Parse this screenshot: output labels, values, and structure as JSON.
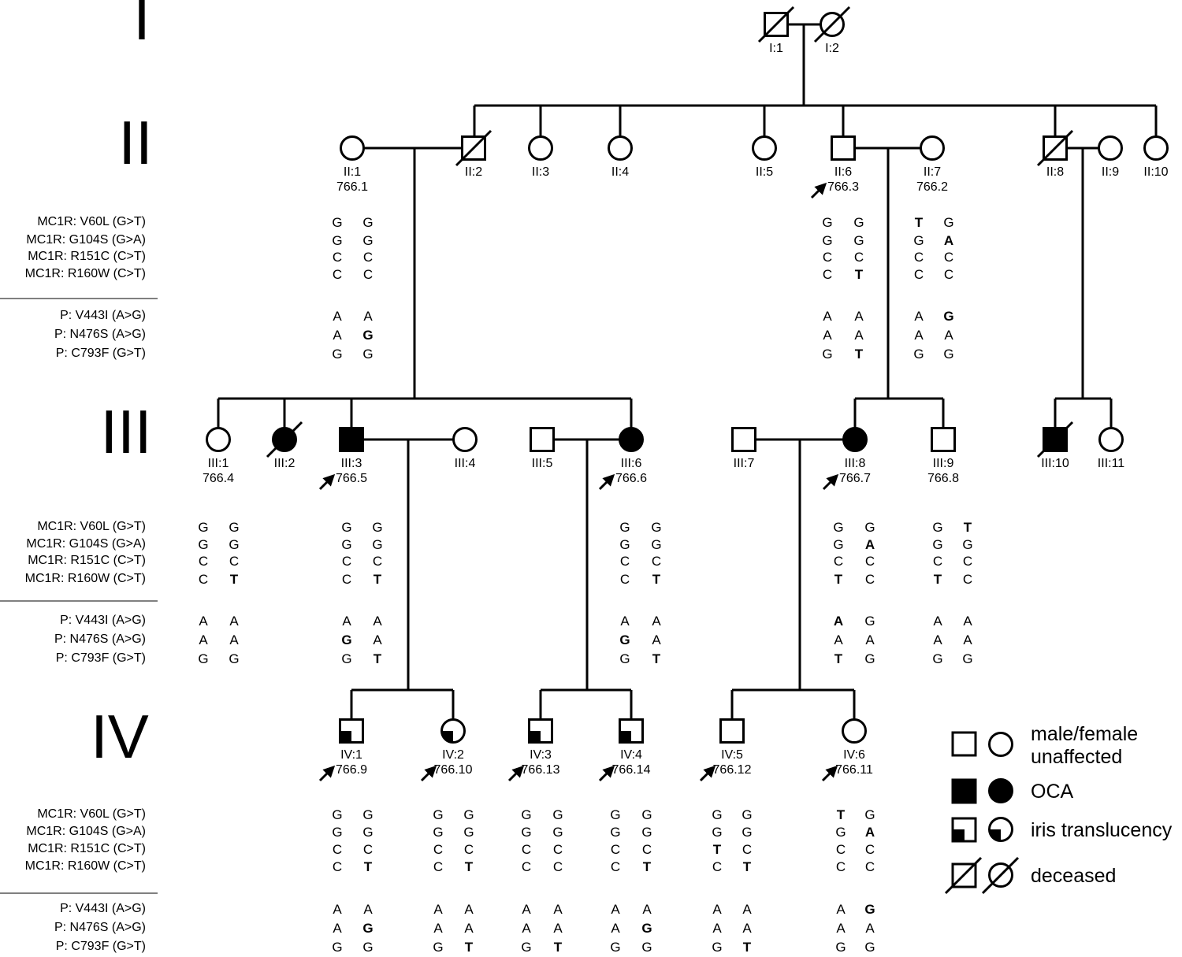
{
  "title": "",
  "generations": [
    "I",
    "II",
    "III",
    "IV"
  ],
  "legend": [
    {
      "label": "male/female\nunaffected",
      "male_icon": "open-square-icon",
      "female_icon": "open-circle-icon"
    },
    {
      "label": "OCA",
      "male_icon": "filled-square-icon",
      "female_icon": "filled-circle-icon"
    },
    {
      "label": "iris translucency",
      "male_icon": "quarter-filled-square-icon",
      "female_icon": "quarter-filled-circle-icon"
    },
    {
      "label": "deceased",
      "male_icon": "slashed-square-icon",
      "female_icon": "slashed-circle-icon"
    }
  ],
  "individuals": [
    {
      "id": "I:1",
      "number": "",
      "sex": "male",
      "status": "unaffected",
      "deceased": true,
      "proband": false
    },
    {
      "id": "I:2",
      "number": "",
      "sex": "female",
      "status": "unaffected",
      "deceased": true,
      "proband": false
    },
    {
      "id": "II:1",
      "number": "766.1",
      "sex": "female",
      "status": "unaffected",
      "deceased": false,
      "proband": false
    },
    {
      "id": "II:2",
      "number": "",
      "sex": "male",
      "status": "unaffected",
      "deceased": true,
      "proband": false
    },
    {
      "id": "II:3",
      "number": "",
      "sex": "female",
      "status": "unaffected",
      "deceased": false,
      "proband": false
    },
    {
      "id": "II:4",
      "number": "",
      "sex": "female",
      "status": "unaffected",
      "deceased": false,
      "proband": false
    },
    {
      "id": "II:5",
      "number": "",
      "sex": "female",
      "status": "unaffected",
      "deceased": false,
      "proband": false
    },
    {
      "id": "II:6",
      "number": "766.3",
      "sex": "male",
      "status": "unaffected",
      "deceased": false,
      "proband": true
    },
    {
      "id": "II:7",
      "number": "766.2",
      "sex": "female",
      "status": "unaffected",
      "deceased": false,
      "proband": false
    },
    {
      "id": "II:8",
      "number": "",
      "sex": "male",
      "status": "unaffected",
      "deceased": true,
      "proband": false
    },
    {
      "id": "II:9",
      "number": "",
      "sex": "female",
      "status": "unaffected",
      "deceased": false,
      "proband": false
    },
    {
      "id": "II:10",
      "number": "",
      "sex": "female",
      "status": "unaffected",
      "deceased": false,
      "proband": false
    },
    {
      "id": "III:1",
      "number": "766.4",
      "sex": "female",
      "status": "unaffected",
      "deceased": false,
      "proband": false
    },
    {
      "id": "III:2",
      "number": "",
      "sex": "female",
      "status": "OCA",
      "deceased": true,
      "proband": false
    },
    {
      "id": "III:3",
      "number": "766.5",
      "sex": "male",
      "status": "OCA",
      "deceased": false,
      "proband": true
    },
    {
      "id": "III:4",
      "number": "",
      "sex": "female",
      "status": "unaffected",
      "deceased": false,
      "proband": false
    },
    {
      "id": "III:5",
      "number": "",
      "sex": "male",
      "status": "unaffected",
      "deceased": false,
      "proband": false
    },
    {
      "id": "III:6",
      "number": "766.6",
      "sex": "female",
      "status": "OCA",
      "deceased": false,
      "proband": true
    },
    {
      "id": "III:7",
      "number": "",
      "sex": "male",
      "status": "unaffected",
      "deceased": false,
      "proband": false
    },
    {
      "id": "III:8",
      "number": "766.7",
      "sex": "female",
      "status": "OCA",
      "deceased": false,
      "proband": true
    },
    {
      "id": "III:9",
      "number": "766.8",
      "sex": "male",
      "status": "unaffected",
      "deceased": false,
      "proband": false
    },
    {
      "id": "III:10",
      "number": "",
      "sex": "male",
      "status": "OCA",
      "deceased": true,
      "proband": false
    },
    {
      "id": "III:11",
      "number": "",
      "sex": "female",
      "status": "unaffected",
      "deceased": false,
      "proband": false
    },
    {
      "id": "IV:1",
      "number": "766.9",
      "sex": "male",
      "status": "iris translucency",
      "deceased": false,
      "proband": true
    },
    {
      "id": "IV:2",
      "number": "766.10",
      "sex": "female",
      "status": "iris translucency",
      "deceased": false,
      "proband": true
    },
    {
      "id": "IV:3",
      "number": "766.13",
      "sex": "male",
      "status": "iris translucency",
      "deceased": false,
      "proband": true
    },
    {
      "id": "IV:4",
      "number": "766.14",
      "sex": "male",
      "status": "iris translucency",
      "deceased": false,
      "proband": true
    },
    {
      "id": "IV:5",
      "number": "766.12",
      "sex": "male",
      "status": "unaffected",
      "deceased": false,
      "proband": true
    },
    {
      "id": "IV:6",
      "number": "766.11",
      "sex": "female",
      "status": "unaffected",
      "deceased": false,
      "proband": true
    }
  ],
  "variant_panel": {
    "mc1r_labels": [
      "MC1R: V60L (G>T)",
      "MC1R: G104S (G>A)",
      "MC1R: R151C (C>T)",
      "MC1R: R160W (C>T)"
    ],
    "p_labels": [
      "P: V443I (A>G)",
      "P: N476S (A>G)",
      "P: C793F (G>T)"
    ]
  },
  "genotypes": [
    {
      "individual": "II:1",
      "mc1r": [
        [
          "G",
          "G"
        ],
        [
          "G",
          "G"
        ],
        [
          "C",
          "C"
        ],
        [
          "C",
          "C"
        ]
      ],
      "p": [
        [
          "A",
          "A"
        ],
        [
          "A",
          "G*"
        ],
        [
          "G",
          "G"
        ]
      ]
    },
    {
      "individual": "II:6",
      "mc1r": [
        [
          "G",
          "G"
        ],
        [
          "G",
          "G"
        ],
        [
          "C",
          "C"
        ],
        [
          "C",
          "T*"
        ]
      ],
      "p": [
        [
          "A",
          "A"
        ],
        [
          "A",
          "A"
        ],
        [
          "G",
          "T*"
        ]
      ]
    },
    {
      "individual": "II:7",
      "mc1r": [
        [
          "T*",
          "G"
        ],
        [
          "G",
          "A*"
        ],
        [
          "C",
          "C"
        ],
        [
          "C",
          "C"
        ]
      ],
      "p": [
        [
          "A",
          "G*"
        ],
        [
          "A",
          "A"
        ],
        [
          "G",
          "G"
        ]
      ]
    },
    {
      "individual": "III:1",
      "mc1r": [
        [
          "G",
          "G"
        ],
        [
          "G",
          "G"
        ],
        [
          "C",
          "C"
        ],
        [
          "C",
          "T*"
        ]
      ],
      "p": [
        [
          "A",
          "A"
        ],
        [
          "A",
          "A"
        ],
        [
          "G",
          "G"
        ]
      ]
    },
    {
      "individual": "III:3",
      "mc1r": [
        [
          "G",
          "G"
        ],
        [
          "G",
          "G"
        ],
        [
          "C",
          "C"
        ],
        [
          "C",
          "T*"
        ]
      ],
      "p": [
        [
          "A",
          "A"
        ],
        [
          "G*",
          "A"
        ],
        [
          "G",
          "T*"
        ]
      ]
    },
    {
      "individual": "III:6",
      "mc1r": [
        [
          "G",
          "G"
        ],
        [
          "G",
          "G"
        ],
        [
          "C",
          "C"
        ],
        [
          "C",
          "T*"
        ]
      ],
      "p": [
        [
          "A",
          "A"
        ],
        [
          "G*",
          "A"
        ],
        [
          "G",
          "T*"
        ]
      ]
    },
    {
      "individual": "III:8",
      "mc1r": [
        [
          "G",
          "G"
        ],
        [
          "G",
          "A*"
        ],
        [
          "C",
          "C"
        ],
        [
          "T*",
          "C"
        ]
      ],
      "p": [
        [
          "A",
          "G*"
        ],
        [
          "A",
          "A"
        ],
        [
          "T*",
          "G"
        ]
      ]
    },
    {
      "individual": "III:9",
      "mc1r": [
        [
          "G",
          "T*"
        ],
        [
          "G",
          "G"
        ],
        [
          "C",
          "C"
        ],
        [
          "T*",
          "C"
        ]
      ],
      "p": [
        [
          "A",
          "A"
        ],
        [
          "A",
          "A"
        ],
        [
          "G",
          "G"
        ]
      ]
    },
    {
      "individual": "IV:1",
      "mc1r": [
        [
          "G",
          "G"
        ],
        [
          "G",
          "G"
        ],
        [
          "C",
          "C"
        ],
        [
          "C",
          "T*"
        ]
      ],
      "p": [
        [
          "A",
          "A"
        ],
        [
          "A",
          "G*"
        ],
        [
          "G",
          "G"
        ]
      ]
    },
    {
      "individual": "IV:2",
      "mc1r": [
        [
          "G",
          "G"
        ],
        [
          "G",
          "G"
        ],
        [
          "C",
          "C"
        ],
        [
          "C",
          "T*"
        ]
      ],
      "p": [
        [
          "A",
          "A"
        ],
        [
          "A",
          "A"
        ],
        [
          "G",
          "T*"
        ]
      ]
    },
    {
      "individual": "IV:3",
      "mc1r": [
        [
          "G",
          "G"
        ],
        [
          "G",
          "G"
        ],
        [
          "C",
          "C"
        ],
        [
          "C",
          "C"
        ]
      ],
      "p": [
        [
          "A",
          "A"
        ],
        [
          "A",
          "A"
        ],
        [
          "G",
          "T*"
        ]
      ]
    },
    {
      "individual": "IV:4",
      "mc1r": [
        [
          "G",
          "G"
        ],
        [
          "G",
          "G"
        ],
        [
          "C",
          "C"
        ],
        [
          "C",
          "T*"
        ]
      ],
      "p": [
        [
          "A",
          "A"
        ],
        [
          "A",
          "G*"
        ],
        [
          "G",
          "G"
        ]
      ]
    },
    {
      "individual": "IV:5",
      "mc1r": [
        [
          "G",
          "G"
        ],
        [
          "G",
          "G"
        ],
        [
          "T*",
          "C"
        ],
        [
          "C",
          "T*"
        ]
      ],
      "p": [
        [
          "A",
          "A"
        ],
        [
          "A",
          "A"
        ],
        [
          "G",
          "T*"
        ]
      ]
    },
    {
      "individual": "IV:6",
      "mc1r": [
        [
          "T*",
          "G"
        ],
        [
          "G",
          "A*"
        ],
        [
          "C",
          "C"
        ],
        [
          "C",
          "C"
        ]
      ],
      "p": [
        [
          "A",
          "G*"
        ],
        [
          "A",
          "A"
        ],
        [
          "G",
          "G"
        ]
      ]
    }
  ],
  "colors": {
    "mutant_allele": "#e00000",
    "line": "#000000"
  }
}
